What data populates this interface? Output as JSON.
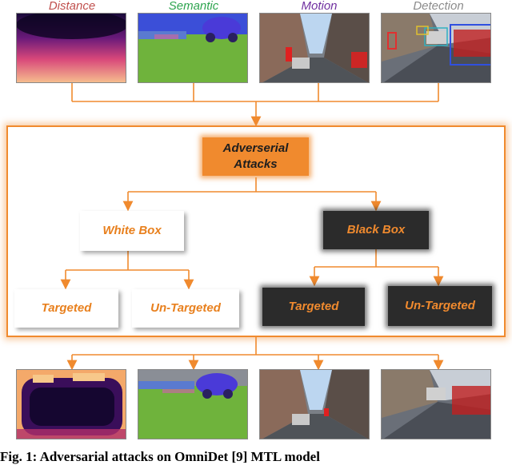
{
  "inputs": {
    "distance": {
      "label": "Distance",
      "color": "#c0504d"
    },
    "semantic": {
      "label": "Semantic",
      "color": "#2ea44f"
    },
    "motion": {
      "label": "Motion",
      "color": "#7030a0"
    },
    "detection": {
      "label": "Detection",
      "color": "#8c8c8c"
    }
  },
  "tree": {
    "root": "Adverserial Attacks",
    "white_box": "White Box",
    "black_box": "Black Box",
    "targeted": "Targeted",
    "untargeted": "Un-Targeted"
  },
  "colors": {
    "accent": "#f08a2e",
    "dark_node": "#2b2b2b"
  },
  "caption": "Fig. 1: Adversarial attacks on OmniDet [9] MTL model"
}
